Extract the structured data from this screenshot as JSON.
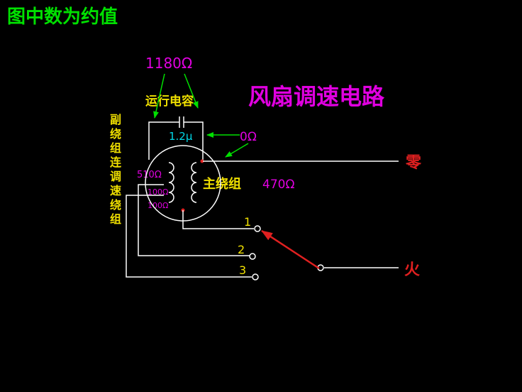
{
  "title": "图中数为约值",
  "diagram_title": "风扇调速电路",
  "capacitor": {
    "name": "运行电容",
    "value": "1.2μ"
  },
  "resistances": {
    "top": "1180Ω",
    "zero": "0Ω",
    "main": "470Ω",
    "aux_1": "510Ω",
    "aux_2": "100Ω",
    "aux_3": "100Ω"
  },
  "main_winding_label": "主绕组",
  "aux_winding_label": "副绕组连调速绕组",
  "neutral_label": "零",
  "live_label": "火",
  "speed_taps": [
    "1",
    "2",
    "3"
  ],
  "colors": {
    "background": "#000000",
    "title_green": "#00e000",
    "magenta": "#e000e0",
    "yellow": "#f0e000",
    "cyan": "#00d8e8",
    "red": "#e02020",
    "arrow_green": "#00e000",
    "wire": "#ffffff"
  }
}
